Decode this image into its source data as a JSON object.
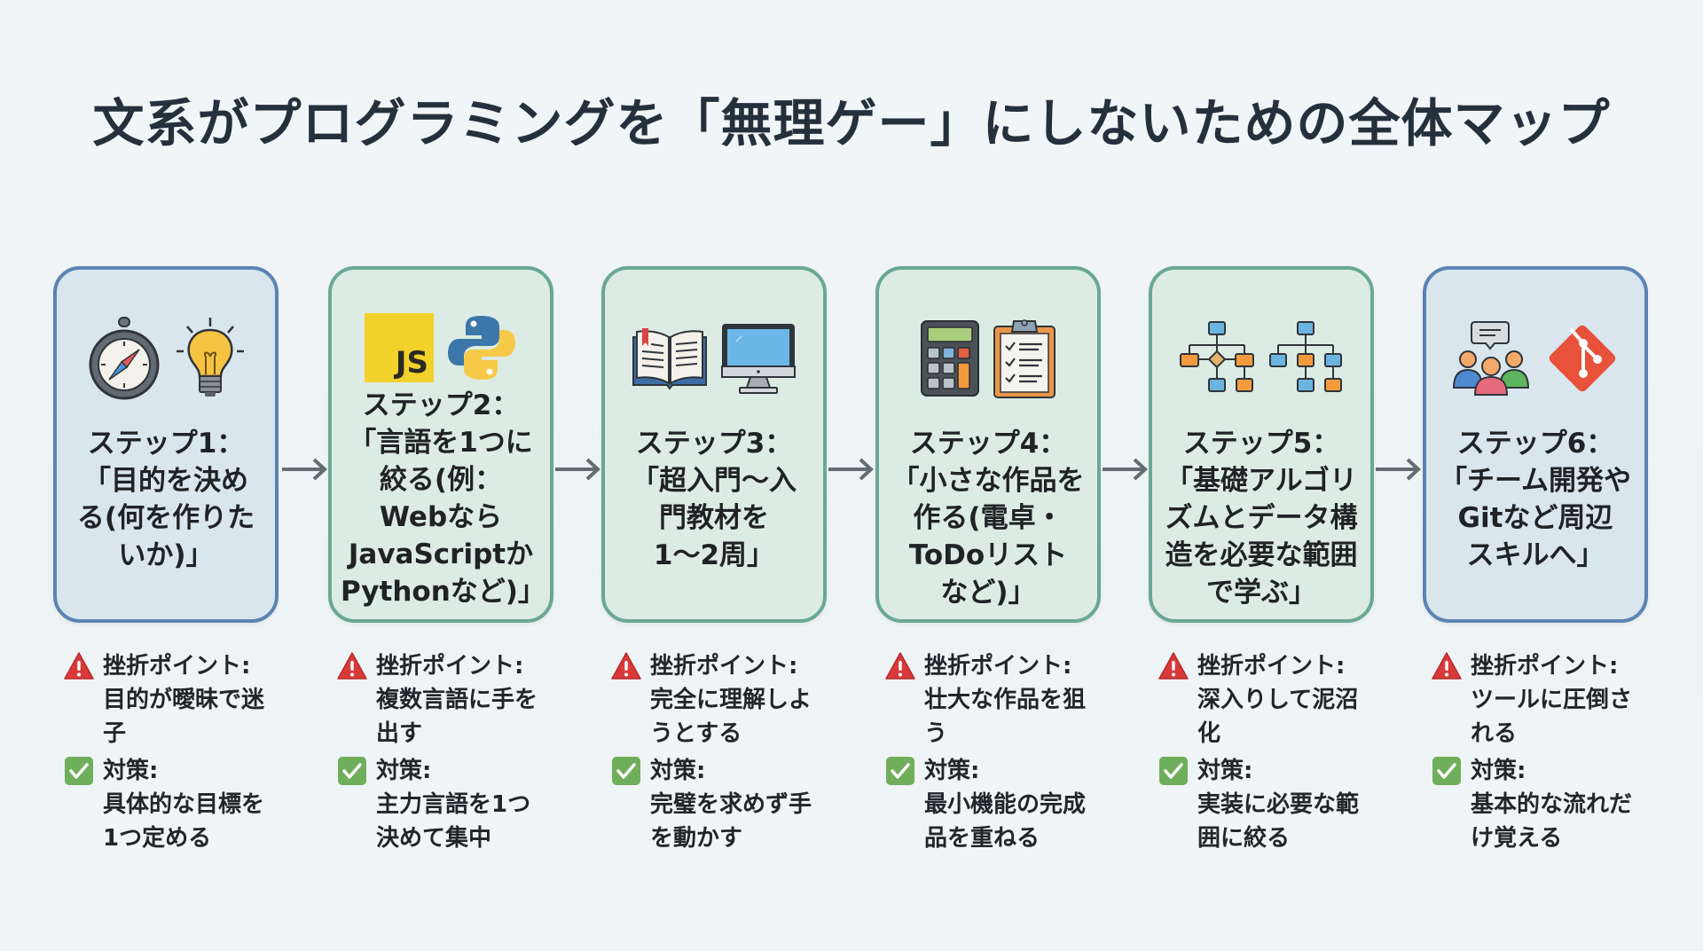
{
  "title": "文系がプログラミングを「無理ゲー」にしないための全体マップ",
  "colors": {
    "green_border": "#6aa893",
    "green_fill": "#dcece4",
    "blue_border": "#5b84b3",
    "blue_fill": "#d9e6ee",
    "warning": "#d83a3a",
    "check": "#6fae5a",
    "arrow": "#646c73"
  },
  "steps": [
    {
      "theme": "blue",
      "icons": [
        "compass-icon",
        "lightbulb-icon"
      ],
      "text": "ステップ1：\n「目的を決め\nる(何を作りた\nいか)」",
      "pitfall_label": "挫折ポイント:",
      "pitfall": "目的が曖昧で迷\n子",
      "solution_label": "対策:",
      "solution": "具体的な目標を\n1つ定める"
    },
    {
      "theme": "green",
      "icons": [
        "javascript-logo-icon",
        "python-logo-icon"
      ],
      "js_label": "JS",
      "text": "ステップ2：\n「言語を1つに\n絞る(例：\nWebなら\nJavaScriptか\nPythonなど)」",
      "pitfall_label": "挫折ポイント:",
      "pitfall": "複数言語に手を\n出す",
      "solution_label": "対策:",
      "solution": "主力言語を1つ\n決めて集中"
    },
    {
      "theme": "green",
      "icons": [
        "open-book-icon",
        "desktop-monitor-icon"
      ],
      "text": "ステップ3：\n「超入門〜入\n門教材を\n1〜2周」",
      "pitfall_label": "挫折ポイント:",
      "pitfall": "完全に理解しよ\nうとする",
      "solution_label": "対策:",
      "solution": "完璧を求めず手\nを動かす"
    },
    {
      "theme": "green",
      "icons": [
        "calculator-icon",
        "checklist-clipboard-icon"
      ],
      "text": "ステップ4：\n「小さな作品を\n作る(電卓・\nToDoリスト\nなど)」",
      "pitfall_label": "挫折ポイント:",
      "pitfall": "壮大な作品を狙\nう",
      "solution_label": "対策:",
      "solution": "最小機能の完成\n品を重ねる"
    },
    {
      "theme": "green",
      "icons": [
        "flowchart-icon",
        "tree-structure-icon"
      ],
      "text": "ステップ5：\n「基礎アルゴリ\nズムとデータ構\n造を必要な範囲\nで学ぶ」",
      "pitfall_label": "挫折ポイント:",
      "pitfall": "深入りして泥沼\n化",
      "solution_label": "対策:",
      "solution": "実装に必要な範\n囲に絞る"
    },
    {
      "theme": "blue",
      "icons": [
        "team-chat-icon",
        "git-logo-icon"
      ],
      "text": "ステップ6：\n「チーム開発や\nGitなど周辺\nスキルへ」",
      "pitfall_label": "挫折ポイント:",
      "pitfall": "ツールに圧倒さ\nれる",
      "solution_label": "対策:",
      "solution": "基本的な流れだ\nけ覚える"
    }
  ]
}
